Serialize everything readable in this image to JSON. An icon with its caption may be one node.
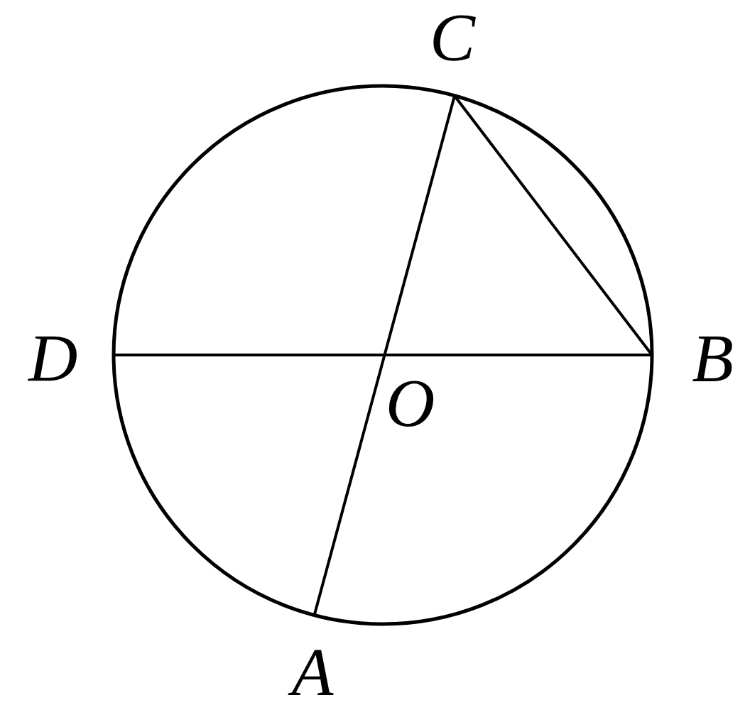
{
  "diagram": {
    "nodes": [
      {
        "text": [
          "C"
        ]
      },
      {
        "text": [
          "D"
        ]
      },
      {
        "text": [
          "B"
        ]
      },
      {
        "text": [
          "A"
        ]
      }
    ],
    "edges": [
      {
        "from": 0,
        "to": 3,
        "arrow": "none"
      },
      {
        "from": 1,
        "to": 2,
        "arrow": "none"
      },
      {
        "from": 0,
        "to": 2,
        "arrow": "none"
      }
    ],
    "labels": [
      "O"
    ]
  }
}
